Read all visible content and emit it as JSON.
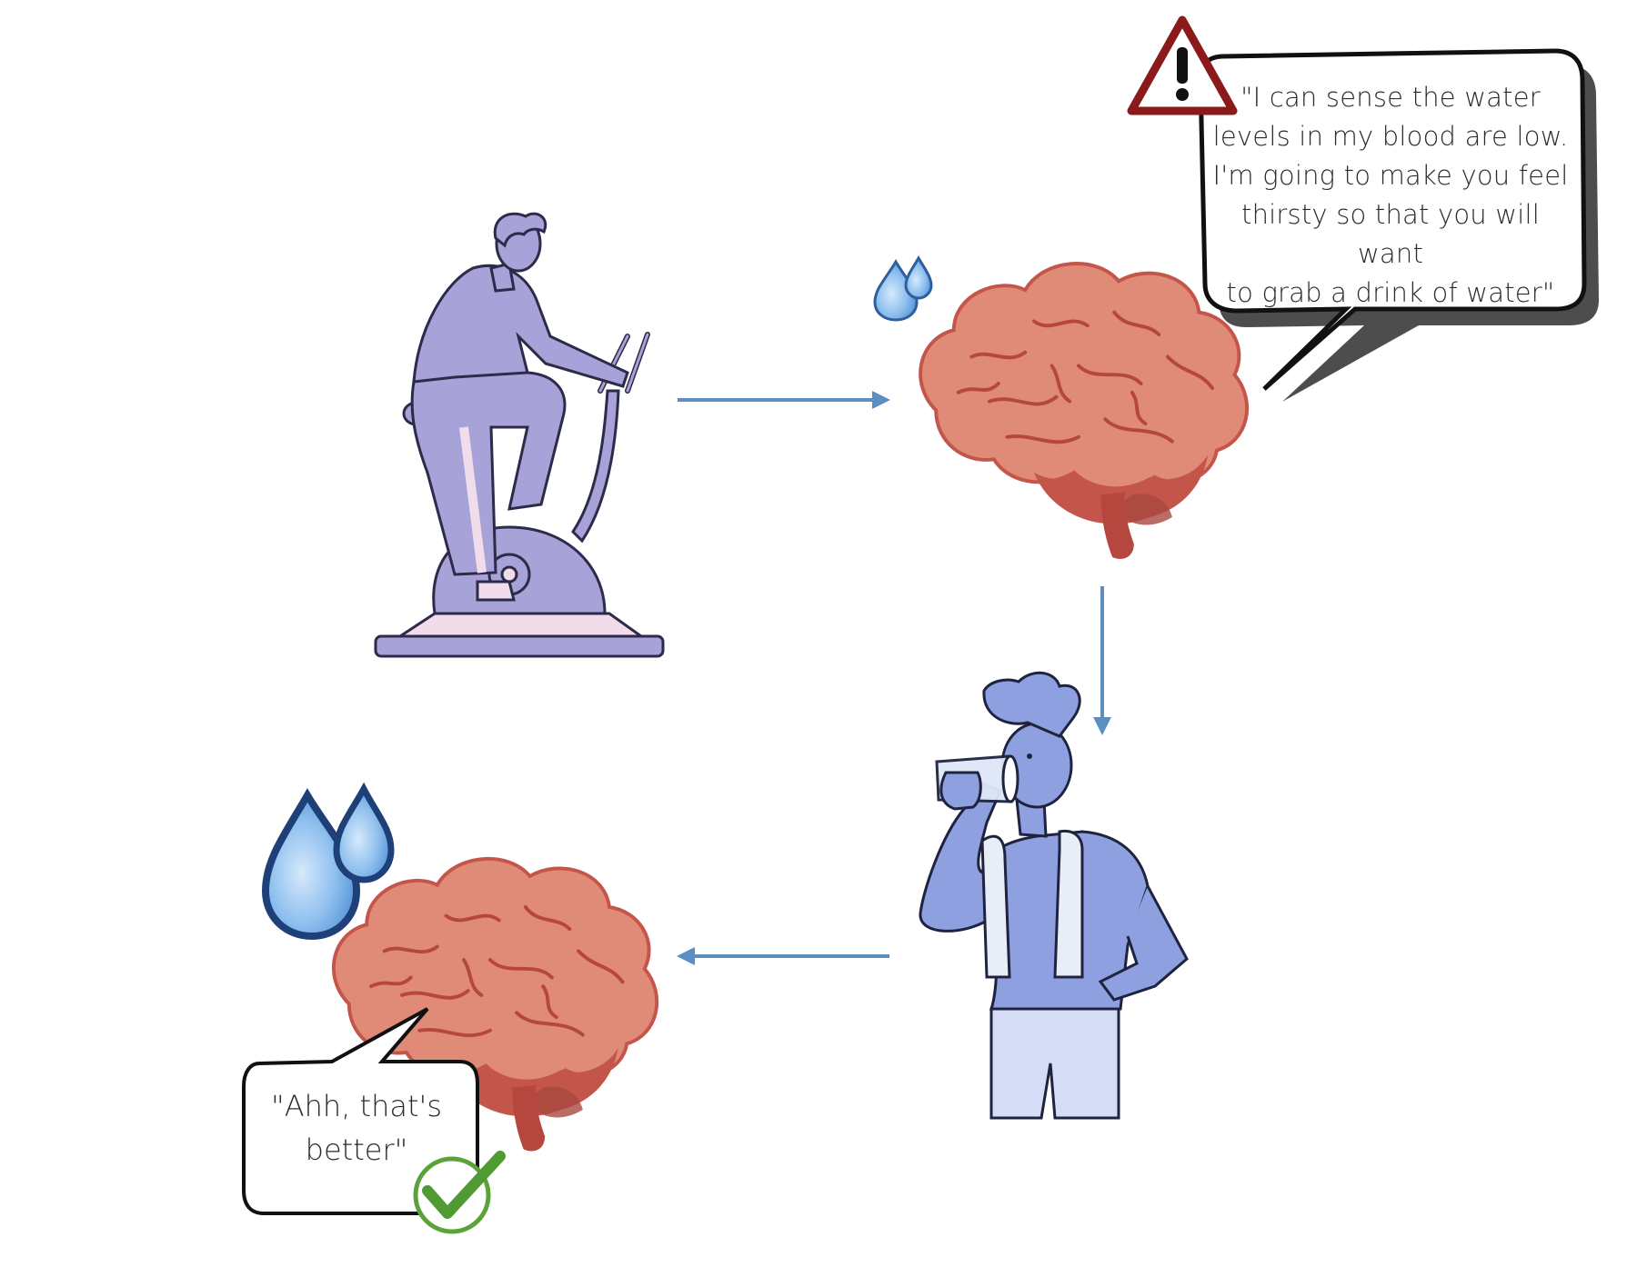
{
  "diagram": {
    "type": "cycle flow",
    "steps": [
      {
        "id": "exercise",
        "icon": "person-on-exercise-bike-icon"
      },
      {
        "id": "brain-low-water",
        "icon": "brain-icon",
        "indicator": "small-water-drops-icon"
      },
      {
        "id": "drinking",
        "icon": "person-drinking-water-icon"
      },
      {
        "id": "brain-hydrated",
        "icon": "brain-icon",
        "indicator": "large-water-drops-icon"
      }
    ],
    "arrows": [
      {
        "from": "exercise",
        "to": "brain-low-water",
        "direction": "right"
      },
      {
        "from": "brain-low-water",
        "to": "drinking",
        "direction": "down"
      },
      {
        "from": "drinking",
        "to": "brain-hydrated",
        "direction": "left"
      }
    ],
    "speech_top": {
      "lines": [
        "\"I can sense the water",
        "levels in my blood are low.",
        "I'm going to make you feel",
        "thirsty so that you will want",
        "to grab a drink of water\""
      ],
      "icon": "warning-triangle-icon"
    },
    "speech_bottom": {
      "lines": [
        "\"Ahh, that's",
        "better\""
      ],
      "icon": "green-checkmark-icon"
    },
    "colors": {
      "arrow": "#5b8fc4",
      "brain": "#e08a78",
      "brain_dark": "#c4554a",
      "bike_person": "#a7a3d9",
      "drinking_person": "#8ea0e0",
      "water_drop": "#6aa8e0",
      "warning": "#8b1a1a",
      "check": "#5aa33a"
    }
  }
}
